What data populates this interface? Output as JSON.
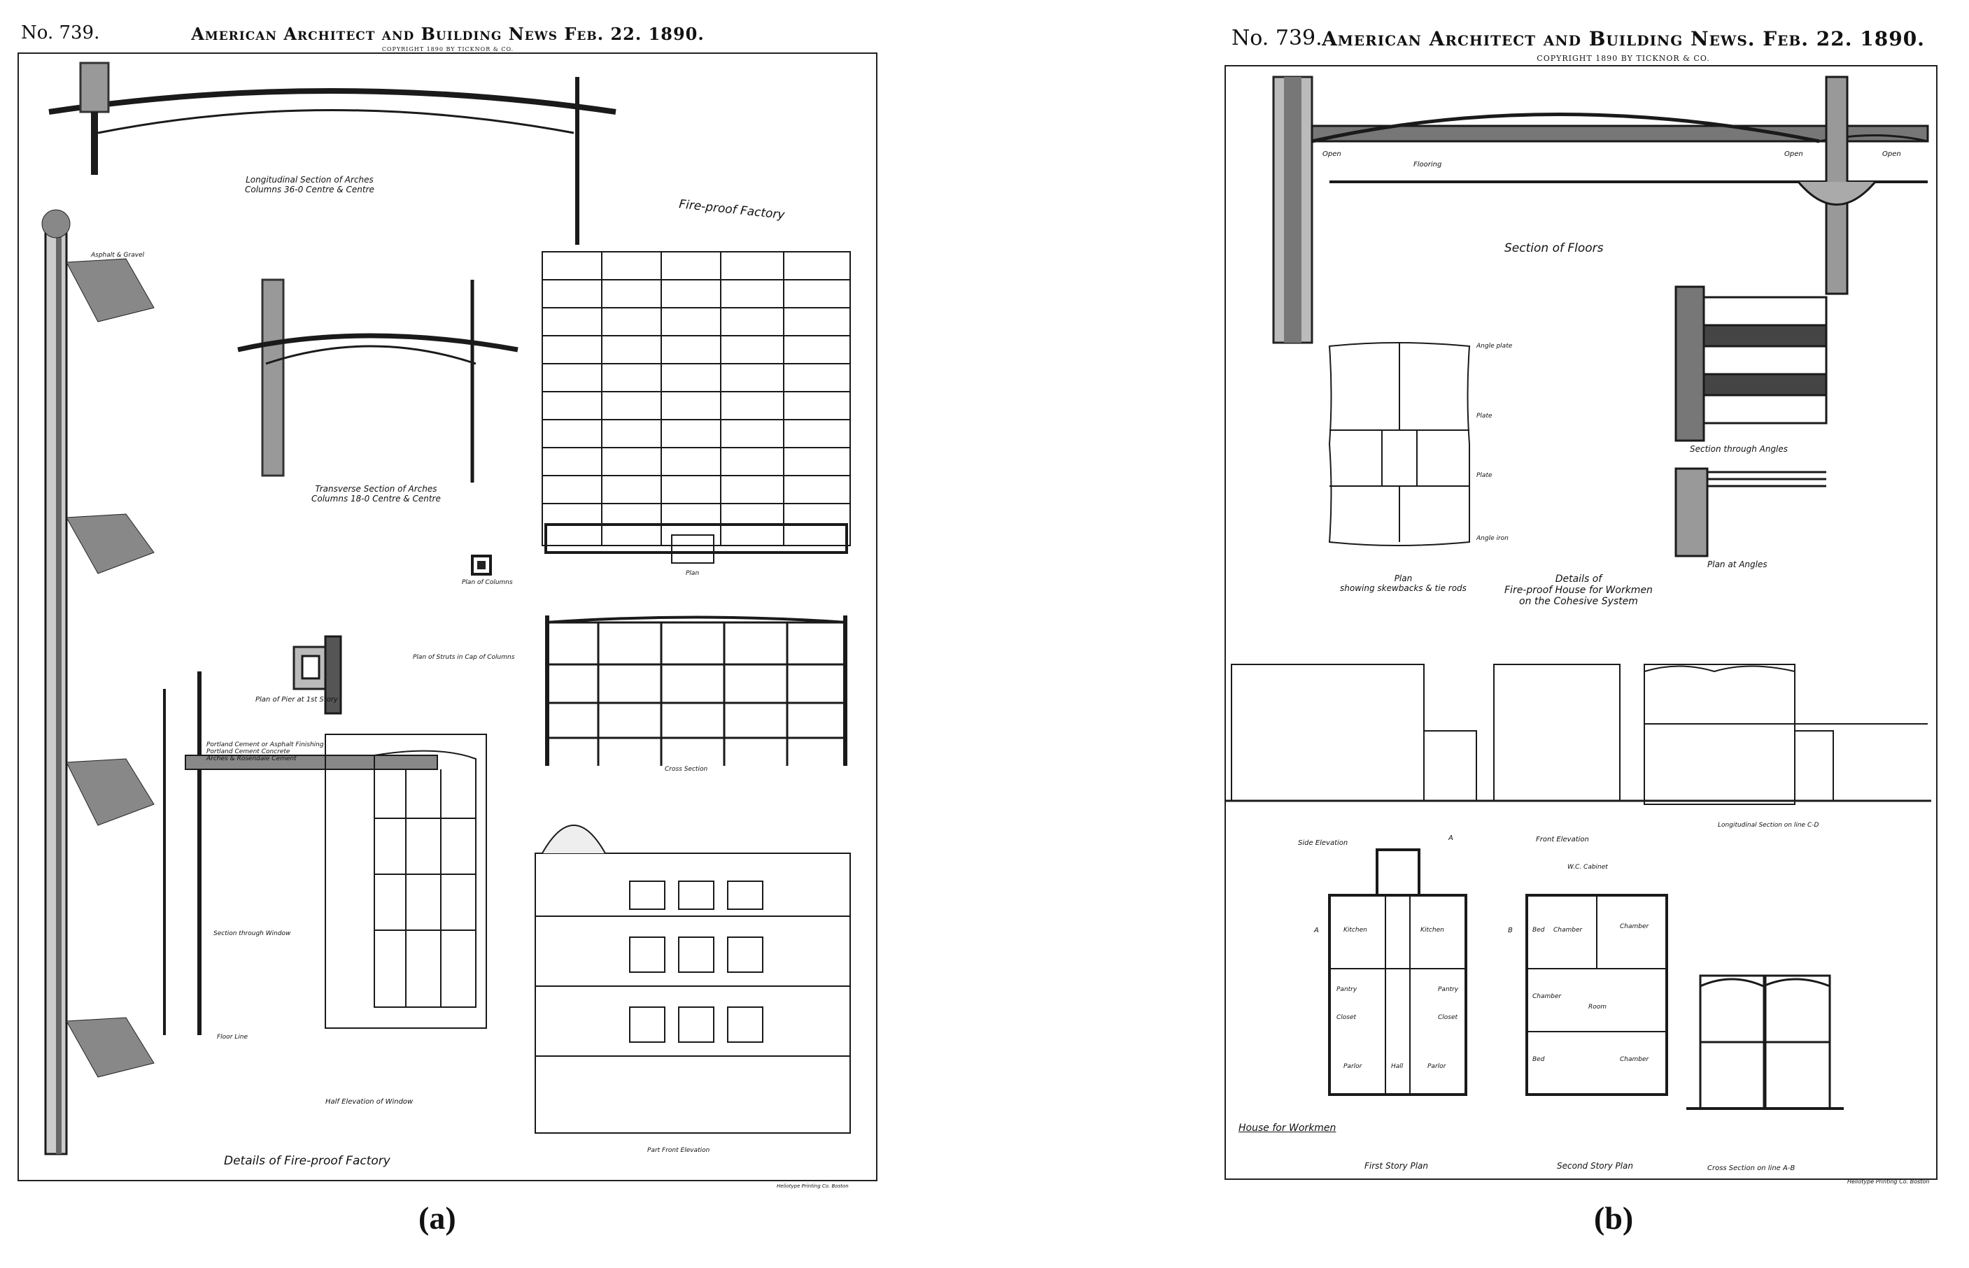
{
  "plate_a": {
    "number": "No. 739.",
    "masthead": "American Architect and Building News Feb. 22. 1890.",
    "copyright": "COPYRIGHT 1890 BY TICKNOR & CO.",
    "drawing_title": "Fire-proof Factory",
    "footer_title": "Details of Fire-proof Factory",
    "printer": "Heliotype Printing Co. Boston",
    "labels": {
      "long_section": "Longitudinal Section of Arches\nColumns 36-0 Centre & Centre",
      "trans_section": "Transverse Section of Arches\nColumns 18-0 Centre & Centre",
      "plan_columns": "Plan of Columns",
      "plan_pier": "Plan of Pier at 1st Story",
      "plan_struts": "Plan of Struts in Cap of Columns",
      "plan": "Plan",
      "cross_section": "Cross Section",
      "section_window": "Section through Window",
      "floor_line": "Floor Line",
      "half_elev_window": "Half Elevation of Window",
      "part_front": "Part Front Elevation",
      "concrete_note": "Portland Cement or Asphalt Finishing\nPortland Cement Concrete\nArches & Rosendale Cement",
      "asphalt_gravel": "Asphalt & Gravel"
    },
    "caption": "(a)"
  },
  "plate_b": {
    "number": "No. 739.",
    "masthead": "American Architect and Building News. Feb. 22. 1890.",
    "copyright": "COPYRIGHT 1890 BY TICKNOR & CO.",
    "printer": "Heliotype Printing Co. Boston",
    "labels": {
      "section_floors": "Section of Floors",
      "open_1": "Open",
      "open_2": "Open",
      "open_3": "Open",
      "flooring": "Flooring",
      "angle_plate": "Angle plate",
      "plate_1": "Plate",
      "plate_2": "Plate",
      "angle_iron": "Angle iron",
      "plan_skewbacks": "Plan\nshowing skewbacks & tie rods",
      "section_angles": "Section through Angles",
      "plan_angles": "Plan at Angles",
      "details_title": "Details of\nFire-proof House for Workmen\non the Cohesive System",
      "side_elev": "Side Elevation",
      "front_elev": "Front Elevation",
      "long_section_cd": "Longitudinal Section on line C-D",
      "house_title": "House for Workmen",
      "first_plan": "First Story Plan",
      "second_plan": "Second Story Plan",
      "cross_ab": "Cross Section on line A-B",
      "kitchen_1": "Kitchen",
      "kitchen_2": "Kitchen",
      "pantry_1": "Pantry",
      "pantry_2": "Pantry",
      "closet_1": "Closet",
      "closet_2": "Closet",
      "parlor_1": "Parlor",
      "parlor_2": "Parlor",
      "hall": "Hall",
      "chamber_1": "Chamber",
      "chamber_2": "Chamber",
      "chamber_3": "Chamber",
      "chamber_4": "Chamber",
      "bed_1": "Bed",
      "bed_2": "Bed",
      "room": "Room",
      "wc": "W.C. Cabinet",
      "mark_a1": "A",
      "mark_b": "B",
      "mark_a2": "A"
    },
    "caption": "(b)"
  }
}
